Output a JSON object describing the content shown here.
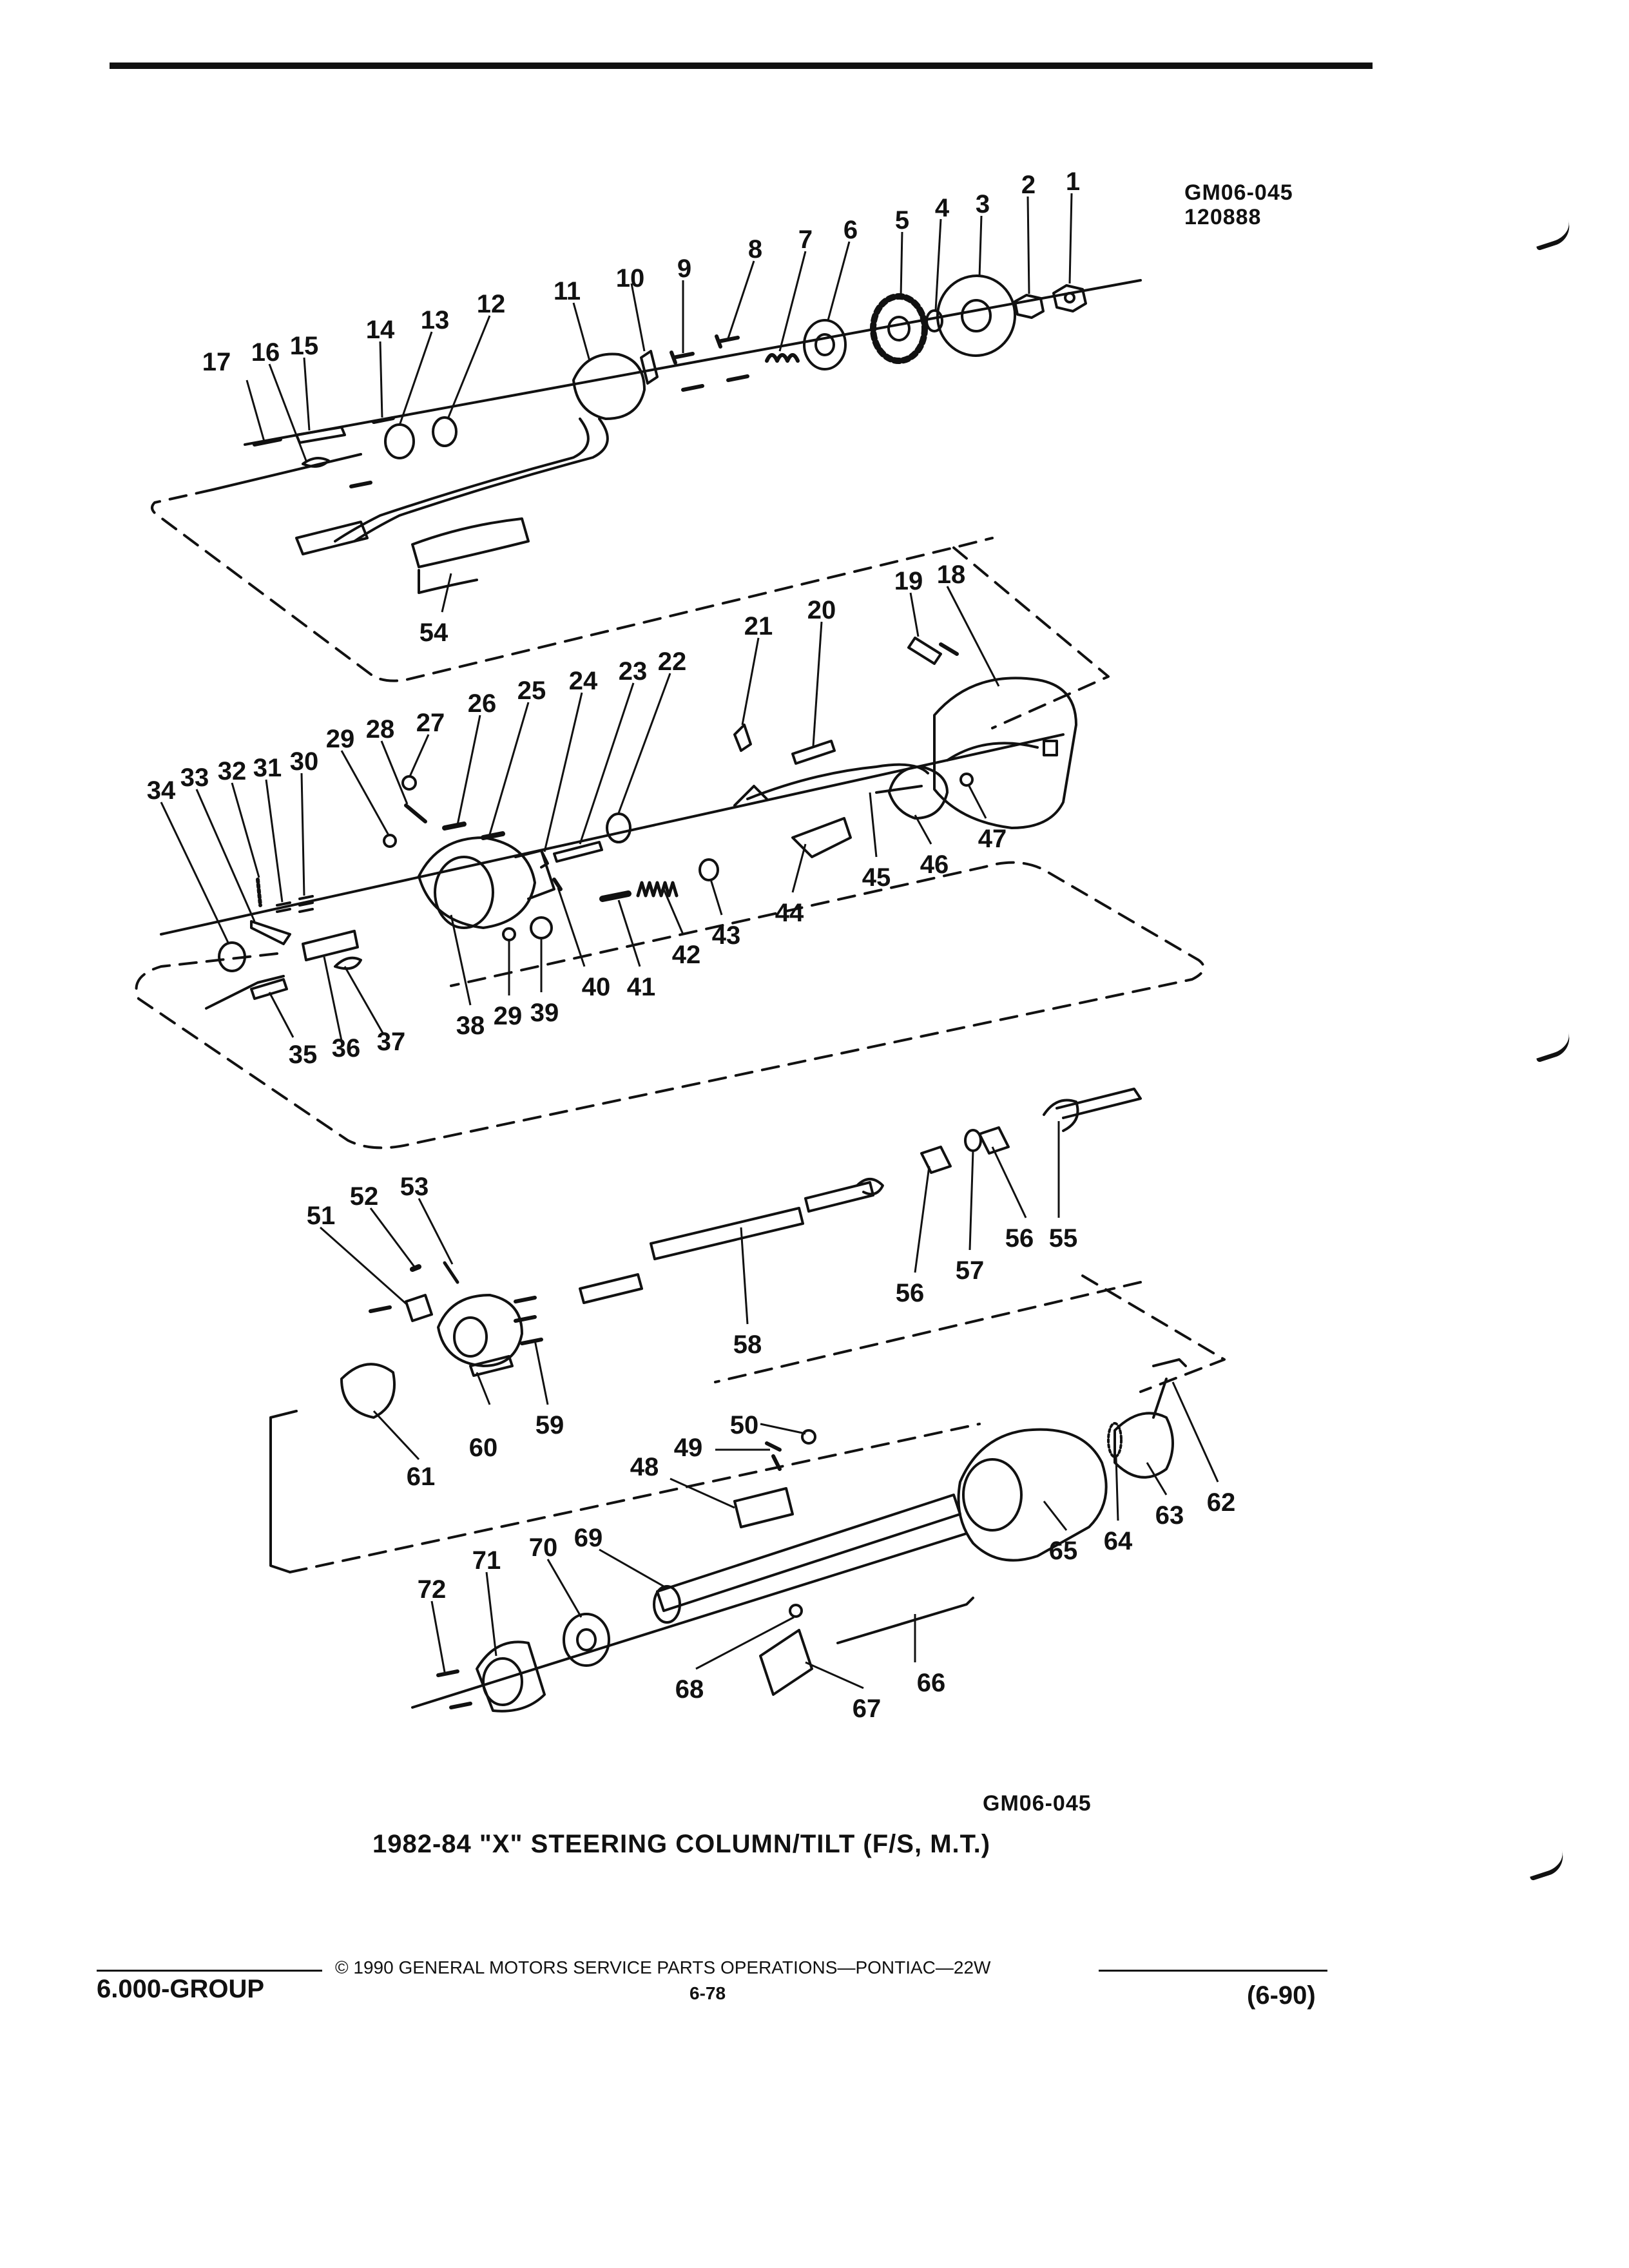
{
  "header": {
    "code_line1": "GM06-045",
    "code_line2": "120888"
  },
  "diagram": {
    "callouts": [
      {
        "id": "1",
        "label": "1"
      },
      {
        "id": "2",
        "label": "2"
      },
      {
        "id": "3",
        "label": "3"
      },
      {
        "id": "4",
        "label": "4"
      },
      {
        "id": "5",
        "label": "5"
      },
      {
        "id": "6",
        "label": "6"
      },
      {
        "id": "7",
        "label": "7"
      },
      {
        "id": "8",
        "label": "8"
      },
      {
        "id": "9",
        "label": "9"
      },
      {
        "id": "10",
        "label": "10"
      },
      {
        "id": "11",
        "label": "11"
      },
      {
        "id": "12",
        "label": "12"
      },
      {
        "id": "13",
        "label": "13"
      },
      {
        "id": "14",
        "label": "14"
      },
      {
        "id": "15",
        "label": "15"
      },
      {
        "id": "16",
        "label": "16"
      },
      {
        "id": "17",
        "label": "17"
      },
      {
        "id": "18",
        "label": "18"
      },
      {
        "id": "19",
        "label": "19"
      },
      {
        "id": "20",
        "label": "20"
      },
      {
        "id": "21",
        "label": "21"
      },
      {
        "id": "22",
        "label": "22"
      },
      {
        "id": "23",
        "label": "23"
      },
      {
        "id": "24",
        "label": "24"
      },
      {
        "id": "25",
        "label": "25"
      },
      {
        "id": "26",
        "label": "26"
      },
      {
        "id": "27",
        "label": "27"
      },
      {
        "id": "28",
        "label": "28"
      },
      {
        "id": "29a",
        "label": "29"
      },
      {
        "id": "30",
        "label": "30"
      },
      {
        "id": "31",
        "label": "31"
      },
      {
        "id": "32",
        "label": "32"
      },
      {
        "id": "33",
        "label": "33"
      },
      {
        "id": "34",
        "label": "34"
      },
      {
        "id": "35",
        "label": "35"
      },
      {
        "id": "36",
        "label": "36"
      },
      {
        "id": "37",
        "label": "37"
      },
      {
        "id": "38",
        "label": "38"
      },
      {
        "id": "29b",
        "label": "29"
      },
      {
        "id": "39",
        "label": "39"
      },
      {
        "id": "40",
        "label": "40"
      },
      {
        "id": "41",
        "label": "41"
      },
      {
        "id": "42",
        "label": "42"
      },
      {
        "id": "43",
        "label": "43"
      },
      {
        "id": "44",
        "label": "44"
      },
      {
        "id": "45",
        "label": "45"
      },
      {
        "id": "46",
        "label": "46"
      },
      {
        "id": "47",
        "label": "47"
      },
      {
        "id": "48",
        "label": "48"
      },
      {
        "id": "49",
        "label": "49"
      },
      {
        "id": "50",
        "label": "50"
      },
      {
        "id": "51",
        "label": "51"
      },
      {
        "id": "52",
        "label": "52"
      },
      {
        "id": "53",
        "label": "53"
      },
      {
        "id": "54",
        "label": "54"
      },
      {
        "id": "55",
        "label": "55"
      },
      {
        "id": "56a",
        "label": "56"
      },
      {
        "id": "56b",
        "label": "56"
      },
      {
        "id": "57",
        "label": "57"
      },
      {
        "id": "58",
        "label": "58"
      },
      {
        "id": "59",
        "label": "59"
      },
      {
        "id": "60",
        "label": "60"
      },
      {
        "id": "61",
        "label": "61"
      },
      {
        "id": "62",
        "label": "62"
      },
      {
        "id": "63",
        "label": "63"
      },
      {
        "id": "64",
        "label": "64"
      },
      {
        "id": "65",
        "label": "65"
      },
      {
        "id": "66",
        "label": "66"
      },
      {
        "id": "67",
        "label": "67"
      },
      {
        "id": "68",
        "label": "68"
      },
      {
        "id": "69",
        "label": "69"
      },
      {
        "id": "70",
        "label": "70"
      },
      {
        "id": "71",
        "label": "71"
      },
      {
        "id": "72",
        "label": "72"
      }
    ]
  },
  "figure": {
    "code": "GM06-045",
    "title": "1982-84 \"X\" STEERING COLUMN/TILT (F/S, M.T.)"
  },
  "footer": {
    "copyright": "© 1990 GENERAL MOTORS SERVICE PARTS OPERATIONS—PONTIAC—22W",
    "group": "6.000-GROUP",
    "page": "6-78",
    "date": "(6-90)"
  }
}
